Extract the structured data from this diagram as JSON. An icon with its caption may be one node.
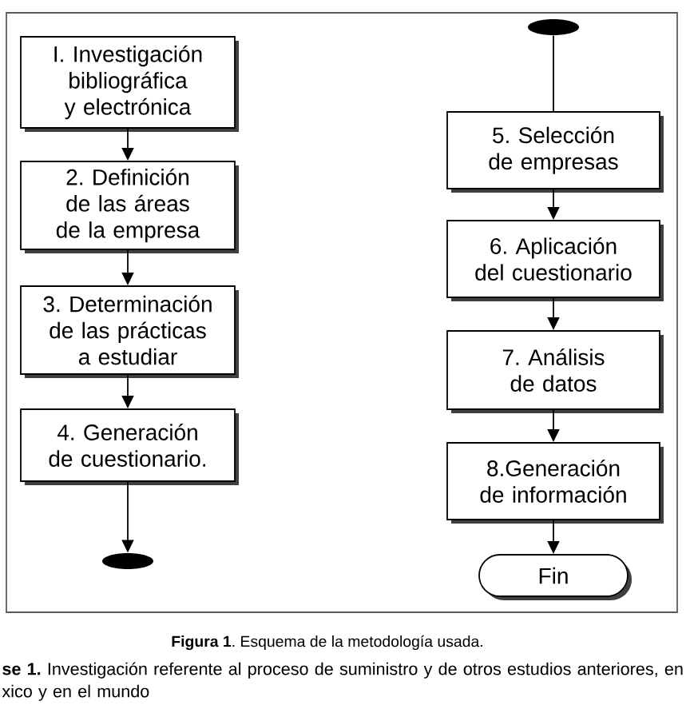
{
  "diagram": {
    "caption": "**Figura 1**. Esquema de la metodología usada.",
    "nodes": [
      {
        "text": [
          "I. Investigación bibliográfica y electrónica"
        ]
      },
      {
        "text": [
          "2. Definición de las áreas de la empresa"
        ]
      },
      {
        "text": [
          "3. Determinación de las prácticas a estudiar"
        ]
      },
      {
        "text": [
          "4. Generación de cuestionario."
        ]
      },
      {
        "text": [],
        "shape": "ellipse"
      },
      {
        "text": [],
        "shape": "ellipse"
      },
      {
        "text": [
          "5. Selección de empresas"
        ]
      },
      {
        "text": [
          "6. Aplicación del cuestionario"
        ]
      },
      {
        "text": [
          "7. Análisis de datos"
        ]
      },
      {
        "text": [
          "8.Generación de información"
        ]
      },
      {
        "text": [
          "Fin"
        ]
      }
    ],
    "edges": [
      {
        "from": 0,
        "to": 1,
        "arrow": "to"
      },
      {
        "from": 1,
        "to": 2,
        "arrow": "to"
      },
      {
        "from": 2,
        "to": 3,
        "arrow": "to"
      },
      {
        "from": 3,
        "to": 4,
        "arrow": "to"
      },
      {
        "from": 5,
        "to": 6,
        "arrow": "none"
      },
      {
        "from": 6,
        "to": 7,
        "arrow": "to"
      },
      {
        "from": 7,
        "to": 8,
        "arrow": "to"
      },
      {
        "from": 8,
        "to": 9,
        "arrow": "to"
      },
      {
        "from": 9,
        "to": 10,
        "arrow": "to"
      }
    ],
    "labels": [
      "**se 1.** Investigación referente al proceso de suministro y de otros estudios anteriores, en xico y en el mundo"
    ]
  }
}
